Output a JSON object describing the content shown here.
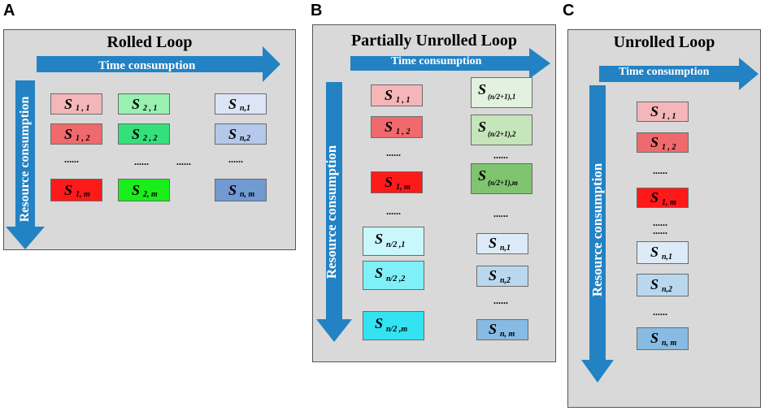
{
  "panels": [
    {
      "letter": "A",
      "title": "Rolled Loop",
      "time_label": "Time consumption",
      "resource_label": "Resource consumption",
      "cells": [
        {
          "sub": "1 , 1",
          "color": "#f4b6b8"
        },
        {
          "sub": "1 , 2",
          "color": "#ef6a6d"
        },
        {
          "sub": "1, m",
          "color": "#ff1a1a"
        },
        {
          "sub": "2 , 1",
          "color": "#99f0b0"
        },
        {
          "sub": "2 , 2",
          "color": "#33e07a"
        },
        {
          "sub": "2, m",
          "color": "#1aee1a"
        },
        {
          "sub": "n,1",
          "color": "#dbe5f5"
        },
        {
          "sub": "n,2",
          "color": "#b4c8ea"
        },
        {
          "sub": "n, m",
          "color": "#7199d2"
        }
      ],
      "dots": [
        "......",
        "......",
        "......",
        "......"
      ]
    },
    {
      "letter": "B",
      "title": "Partially Unrolled Loop",
      "time_label": "Time consumption",
      "resource_label": "Resource consumption",
      "cells": [
        {
          "sub": "1 , 1",
          "color": "#f4b6b8"
        },
        {
          "sub": "1 , 2",
          "color": "#ef6a6d"
        },
        {
          "sub": "1, m",
          "color": "#ff1a1a"
        },
        {
          "sub": "(n/2+1),1",
          "color": "#e3f2de"
        },
        {
          "sub": "(n/2+1),2",
          "color": "#c5e5bb"
        },
        {
          "sub": "(n/2+1),m",
          "color": "#7fc46e"
        },
        {
          "sub": "n/2 ,1",
          "color": "#c9f7fb"
        },
        {
          "sub": "n/2 ,2",
          "color": "#7ff0f8"
        },
        {
          "sub": "n/2 ,m",
          "color": "#33e3f1"
        },
        {
          "sub": "n,1",
          "color": "#dcebf7"
        },
        {
          "sub": "n,2",
          "color": "#b9d8ef"
        },
        {
          "sub": "n, m",
          "color": "#87bbe3"
        }
      ],
      "dots": [
        "......",
        "......",
        "......",
        "......",
        "......"
      ]
    },
    {
      "letter": "C",
      "title": "Unrolled Loop",
      "time_label": "Time consumption",
      "resource_label": "Resource consumption",
      "cells": [
        {
          "sub": "1 , 1",
          "color": "#f4b6b8"
        },
        {
          "sub": "1 , 2",
          "color": "#ef6a6d"
        },
        {
          "sub": "1, m",
          "color": "#ff1a1a"
        },
        {
          "sub": "n,1",
          "color": "#dcebf7"
        },
        {
          "sub": "n,2",
          "color": "#b9d8ef"
        },
        {
          "sub": "n, m",
          "color": "#87bbe3"
        }
      ],
      "dots": [
        "......",
        "......",
        "......",
        "......"
      ]
    }
  ],
  "colors": {
    "arrow": "#2382c3",
    "panel_bg": "#d9d9d9"
  }
}
